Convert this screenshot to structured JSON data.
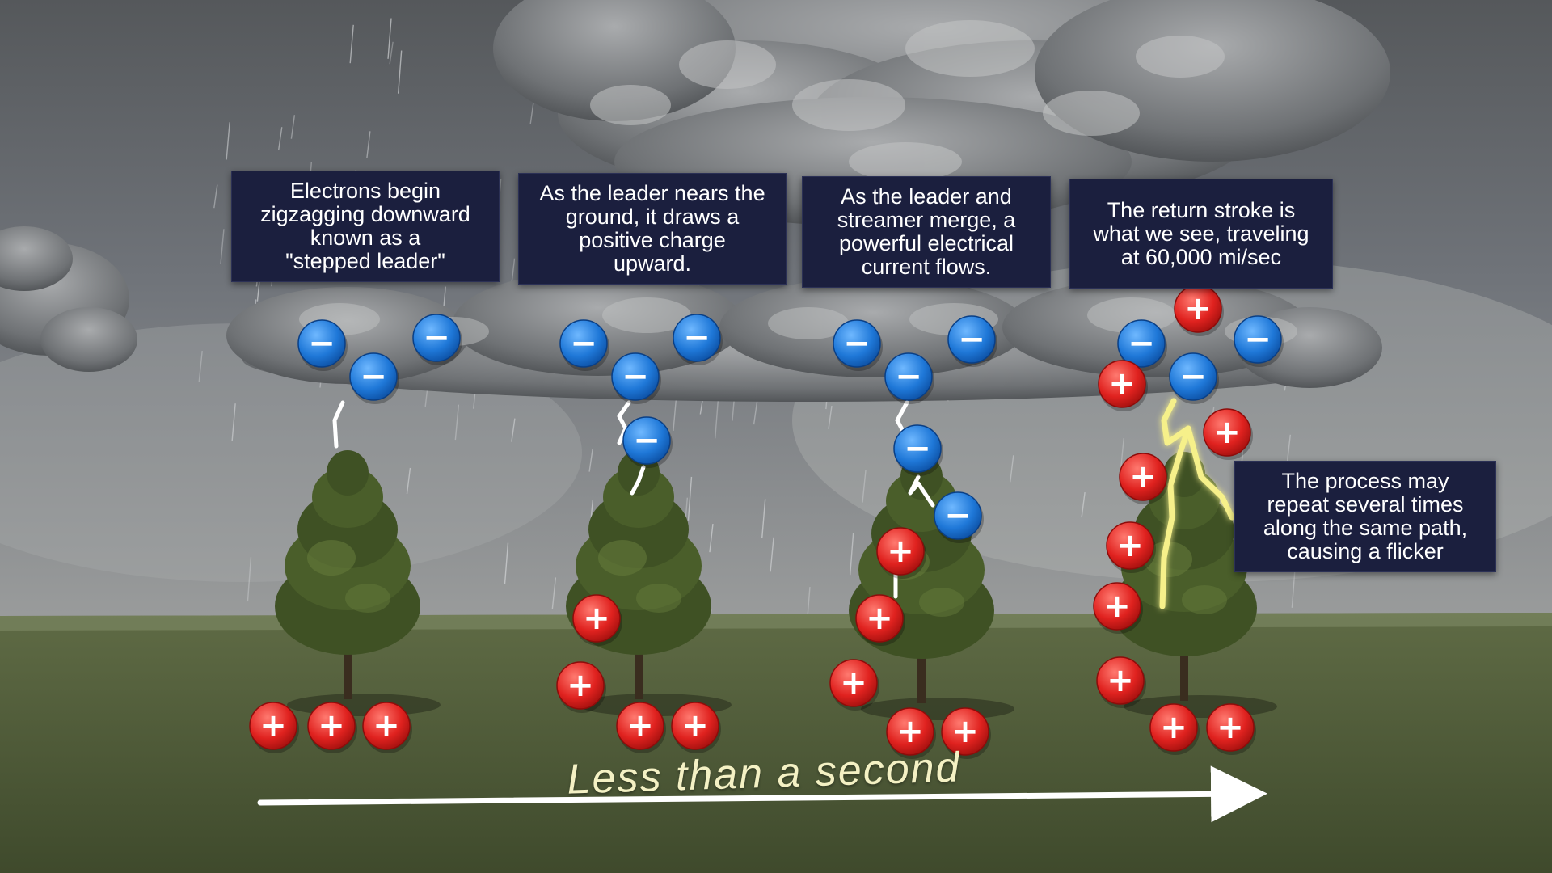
{
  "steps": [
    {
      "text": "Electrons begin\nzigzagging downward\nknown as a\n\"stepped leader\""
    },
    {
      "text": "As the leader nears the\nground, it draws a\npositive charge\nupward."
    },
    {
      "text": "As the leader and\nstreamer merge, a\npowerful electrical\ncurrent flows."
    },
    {
      "text": "The return stroke is\nwhat we see, traveling\nat 60,000 mi/sec"
    }
  ],
  "repeat_note": "The process may\nrepeat several times\nalong the same path,\ncausing a flicker",
  "timeline_label": "Less than a second",
  "charge_symbols": {
    "negative": "−",
    "positive": "+"
  },
  "colors": {
    "negative_charge": "#1f78d8",
    "positive_charge": "#e0221f",
    "caption_bg": "#1b1f3e",
    "lightning": "#f6f08a",
    "leader": "#ffffff",
    "ground": "#4c5a34",
    "tree": "#3f5124"
  }
}
